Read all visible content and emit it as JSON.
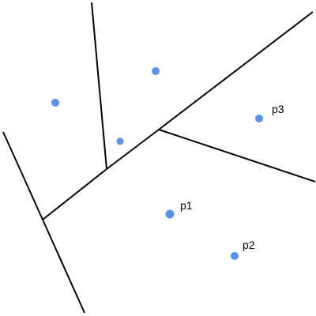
{
  "diagram": {
    "colors": {
      "background": "#ffffff",
      "line": "#000000",
      "point": "#5b8fe8",
      "text": "#000000"
    },
    "labels": {
      "p1": "p1",
      "p2": "p2",
      "p3": "p3"
    }
  }
}
